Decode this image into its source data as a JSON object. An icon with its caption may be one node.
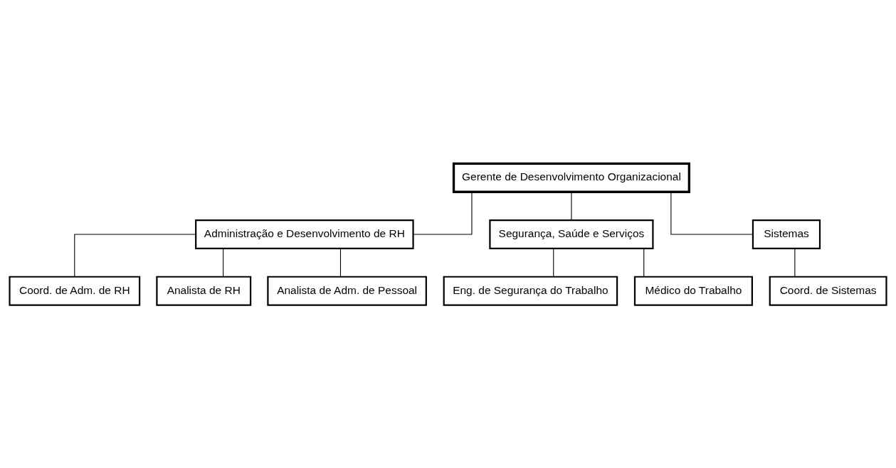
{
  "diagram": {
    "nodes": [
      {
        "text": [
          "Gerente de Desenvolvimento Organizacional"
        ]
      },
      {
        "text": [
          "Administração e Desenvolvimento de RH"
        ]
      },
      {
        "text": [
          "Segurança, Saúde e Serviços"
        ]
      },
      {
        "text": [
          "Sistemas"
        ]
      },
      {
        "text": [
          "Coord. de Adm. de RH"
        ]
      },
      {
        "text": [
          "Analista de RH"
        ]
      },
      {
        "text": [
          "Analista de Adm. de Pessoal"
        ]
      },
      {
        "text": [
          "Eng. de Segurança do Trabalho"
        ]
      },
      {
        "text": [
          "Médico do Trabalho"
        ]
      },
      {
        "text": [
          "Coord. de Sistemas"
        ]
      }
    ],
    "edges": [
      {
        "from": 0,
        "to": 1,
        "arrow": "none"
      },
      {
        "from": 0,
        "to": 2,
        "arrow": "none"
      },
      {
        "from": 0,
        "to": 3,
        "arrow": "none"
      },
      {
        "from": 1,
        "to": 4,
        "arrow": "none"
      },
      {
        "from": 1,
        "to": 5,
        "arrow": "none"
      },
      {
        "from": 1,
        "to": 6,
        "arrow": "none"
      },
      {
        "from": 2,
        "to": 7,
        "arrow": "none"
      },
      {
        "from": 2,
        "to": 8,
        "arrow": "none"
      },
      {
        "from": 3,
        "to": 9,
        "arrow": "none"
      }
    ]
  }
}
